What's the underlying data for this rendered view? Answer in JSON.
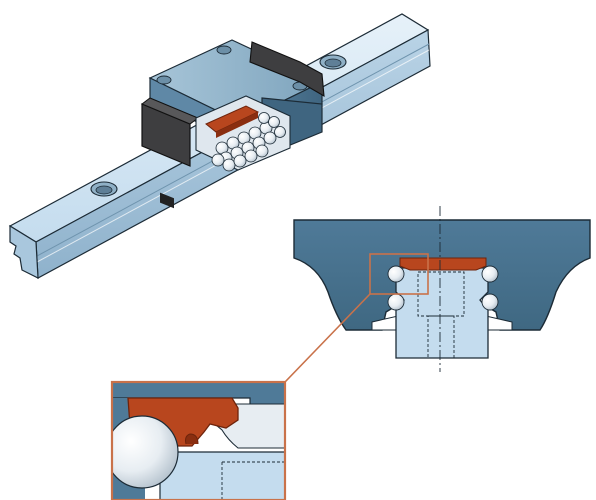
{
  "diagram": {
    "subject": "linear-guide-carriage-on-rail",
    "views": [
      "isometric-assembly",
      "cross-section",
      "detail-zoom"
    ],
    "colors": {
      "rail": "#c4dcee",
      "rail_light": "#e3eff8",
      "rail_dark": "#8fb2cc",
      "carriage": "#5d86a4",
      "carriage_top": "#8fb4cc",
      "carriage_dark": "#34566e",
      "end_cap": "#3e3e40",
      "end_cap_dark": "#2a2a2c",
      "seal": "#b8461e",
      "seal_dark": "#8a2e10",
      "ball": "#f4f6f8",
      "detail_frame": "#c9724a",
      "outline": "#1c2b36"
    },
    "icons": [
      "center-axis-line",
      "leader-line"
    ]
  }
}
